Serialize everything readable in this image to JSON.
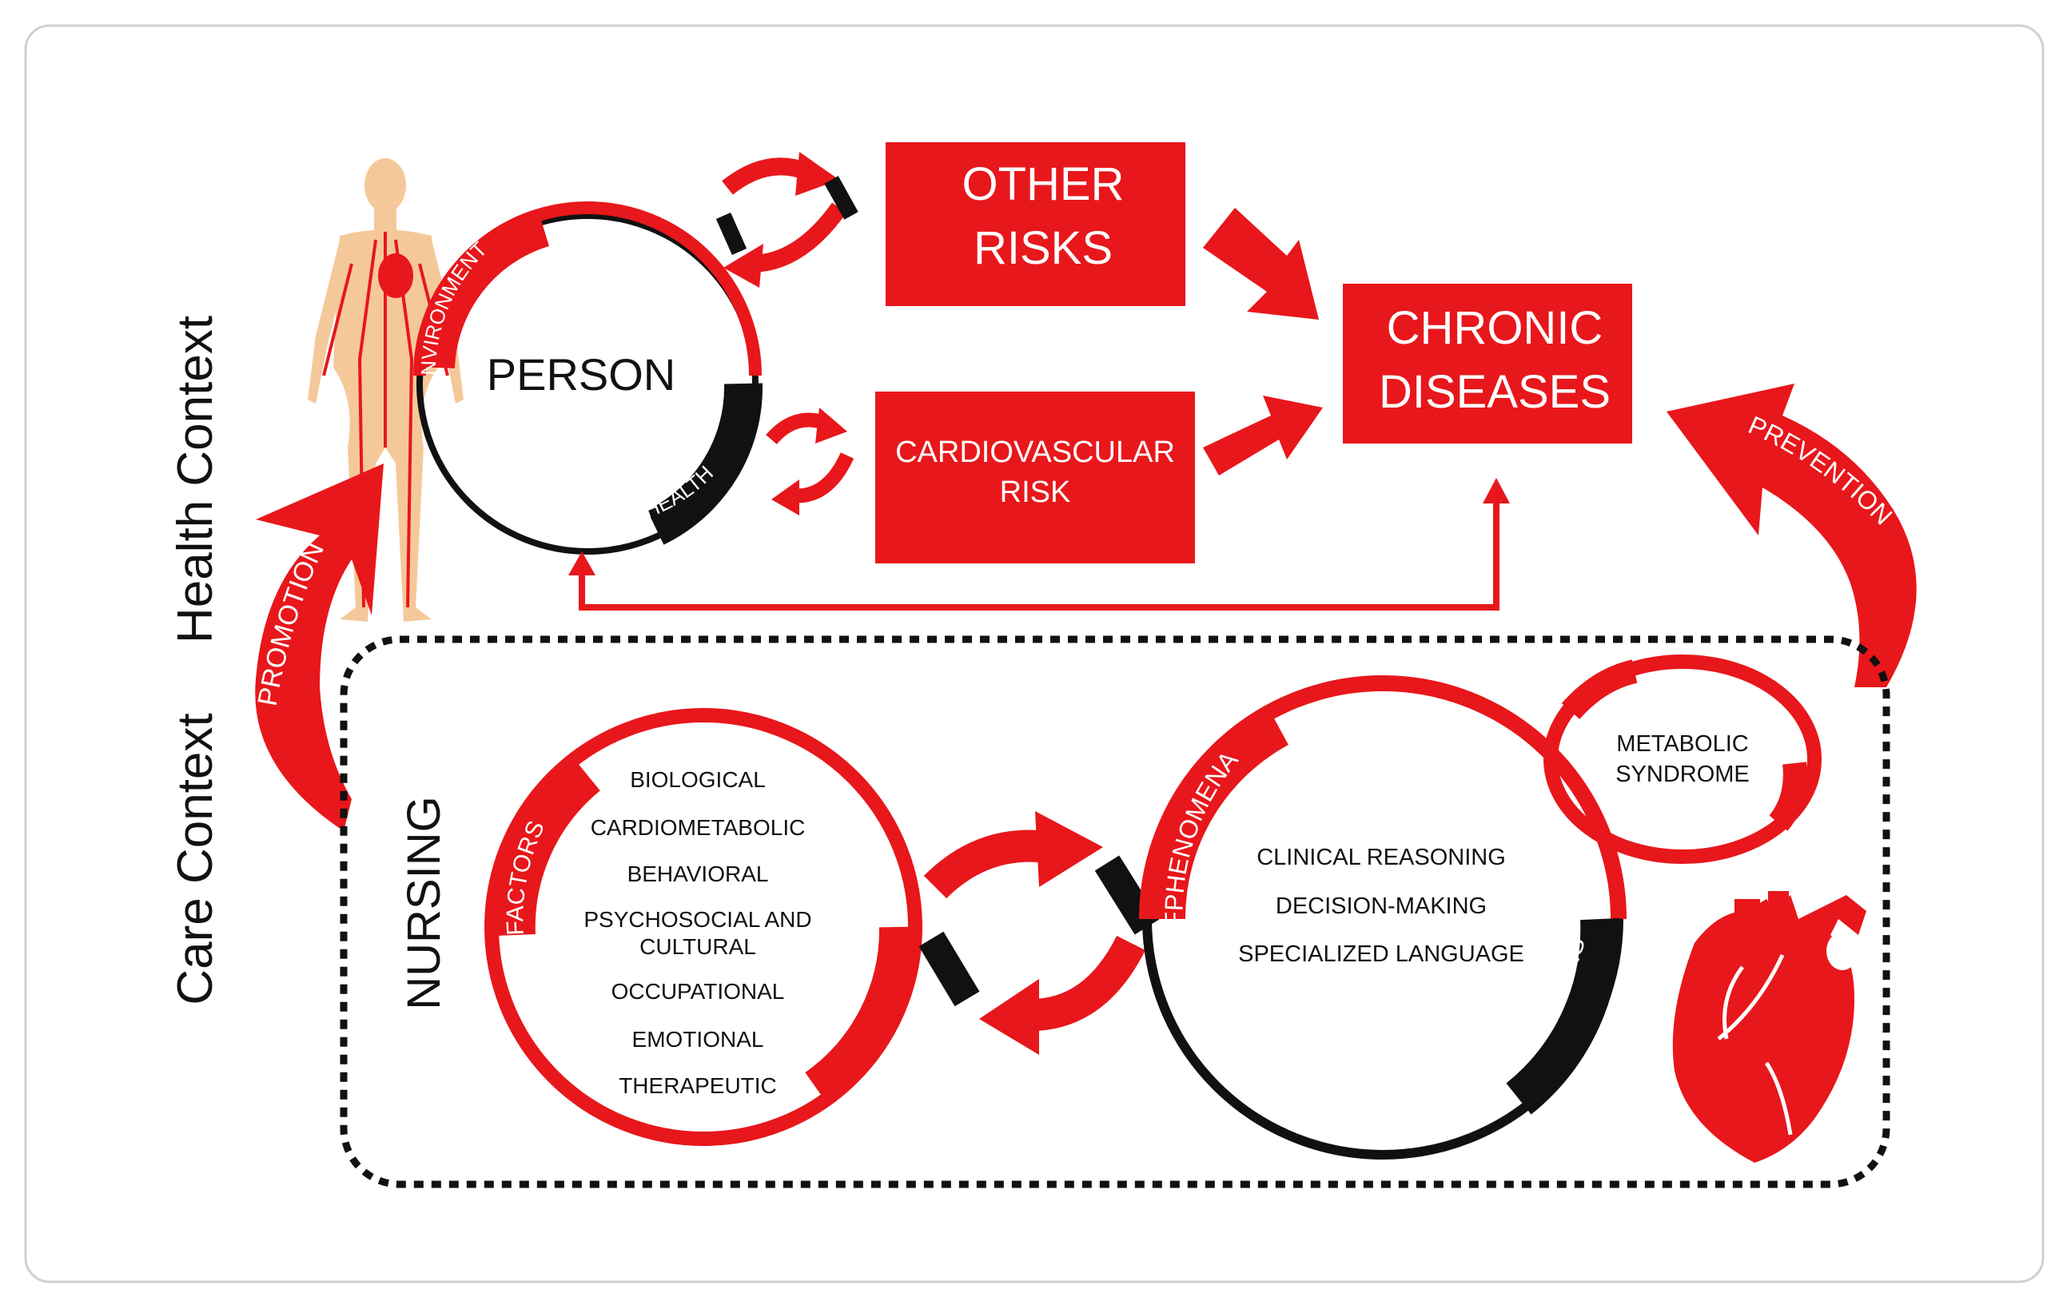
{
  "context_labels": {
    "health": "Health Context",
    "care": "Care Context"
  },
  "person": {
    "title": "PERSON",
    "environment_label": "NVIRONMENT",
    "health_label": "HEALTH"
  },
  "risk_boxes": {
    "other_line1": "OTHER",
    "other_line2": "RISKS",
    "cardio_line1": "CARDIOVASCULAR",
    "cardio_line2": "RISK"
  },
  "chronic": {
    "line1": "CHRONIC",
    "line2": "DISEASES"
  },
  "arrows": {
    "promotion": "PROMOTION",
    "prevention": "PREVENTION"
  },
  "nursing": {
    "label": "NURSING",
    "factors_label": "FACTORS",
    "factors": [
      "BIOLOGICAL",
      "CARDIOMETABOLIC",
      "BEHAVIORAL",
      "PSYCHOSOCIAL AND",
      "CULTURAL",
      "OCCUPATIONAL",
      "EMOTIONAL",
      "THERAPEUTIC"
    ],
    "phenomena_label": "FPHENOMENA",
    "actions_label": "ACTIONS",
    "phenomena_items": [
      "CLINICAL REASONING",
      "DECISION-MAKING",
      "SPECIALIZED LANGUAGE"
    ],
    "metabolic_line1": "METABOLIC",
    "metabolic_line2": "SYNDROME"
  },
  "colors": {
    "red": "#e8171b",
    "black": "#111111",
    "skin": "#f5c89a",
    "frame": "#d0d0d0"
  }
}
